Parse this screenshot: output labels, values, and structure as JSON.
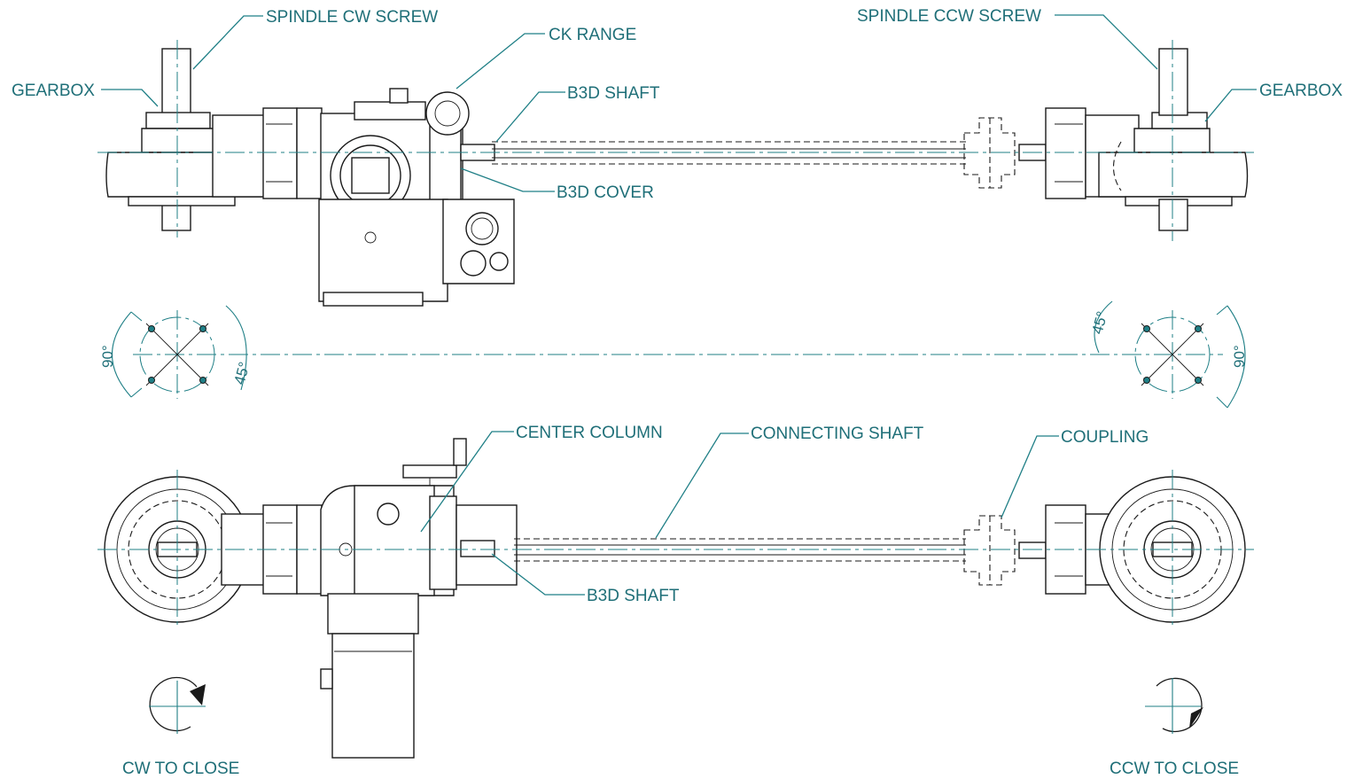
{
  "labels": {
    "spindle_cw_screw": "SPINDLE CW SCREW",
    "ck_range": "CK RANGE",
    "gearbox_left": "GEARBOX",
    "b3d_shaft_top": "B3D SHAFT",
    "b3d_cover": "B3D COVER",
    "spindle_ccw_screw": "SPINDLE CCW SCREW",
    "gearbox_right": "GEARBOX",
    "center_column": "CENTER COLUMN",
    "connecting_shaft": "CONNECTING SHAFT",
    "coupling": "COUPLING",
    "b3d_shaft_bottom": "B3D SHAFT",
    "cw_to_close": "CW TO CLOSE",
    "ccw_to_close": "CCW TO CLOSE"
  },
  "dimensions": {
    "left_angle_large": "90°",
    "left_angle_small": "45°",
    "right_angle_large": "90°",
    "right_angle_small": "45°"
  },
  "colors": {
    "annotation": "#1f6f78",
    "line": "#1a1a1a"
  }
}
